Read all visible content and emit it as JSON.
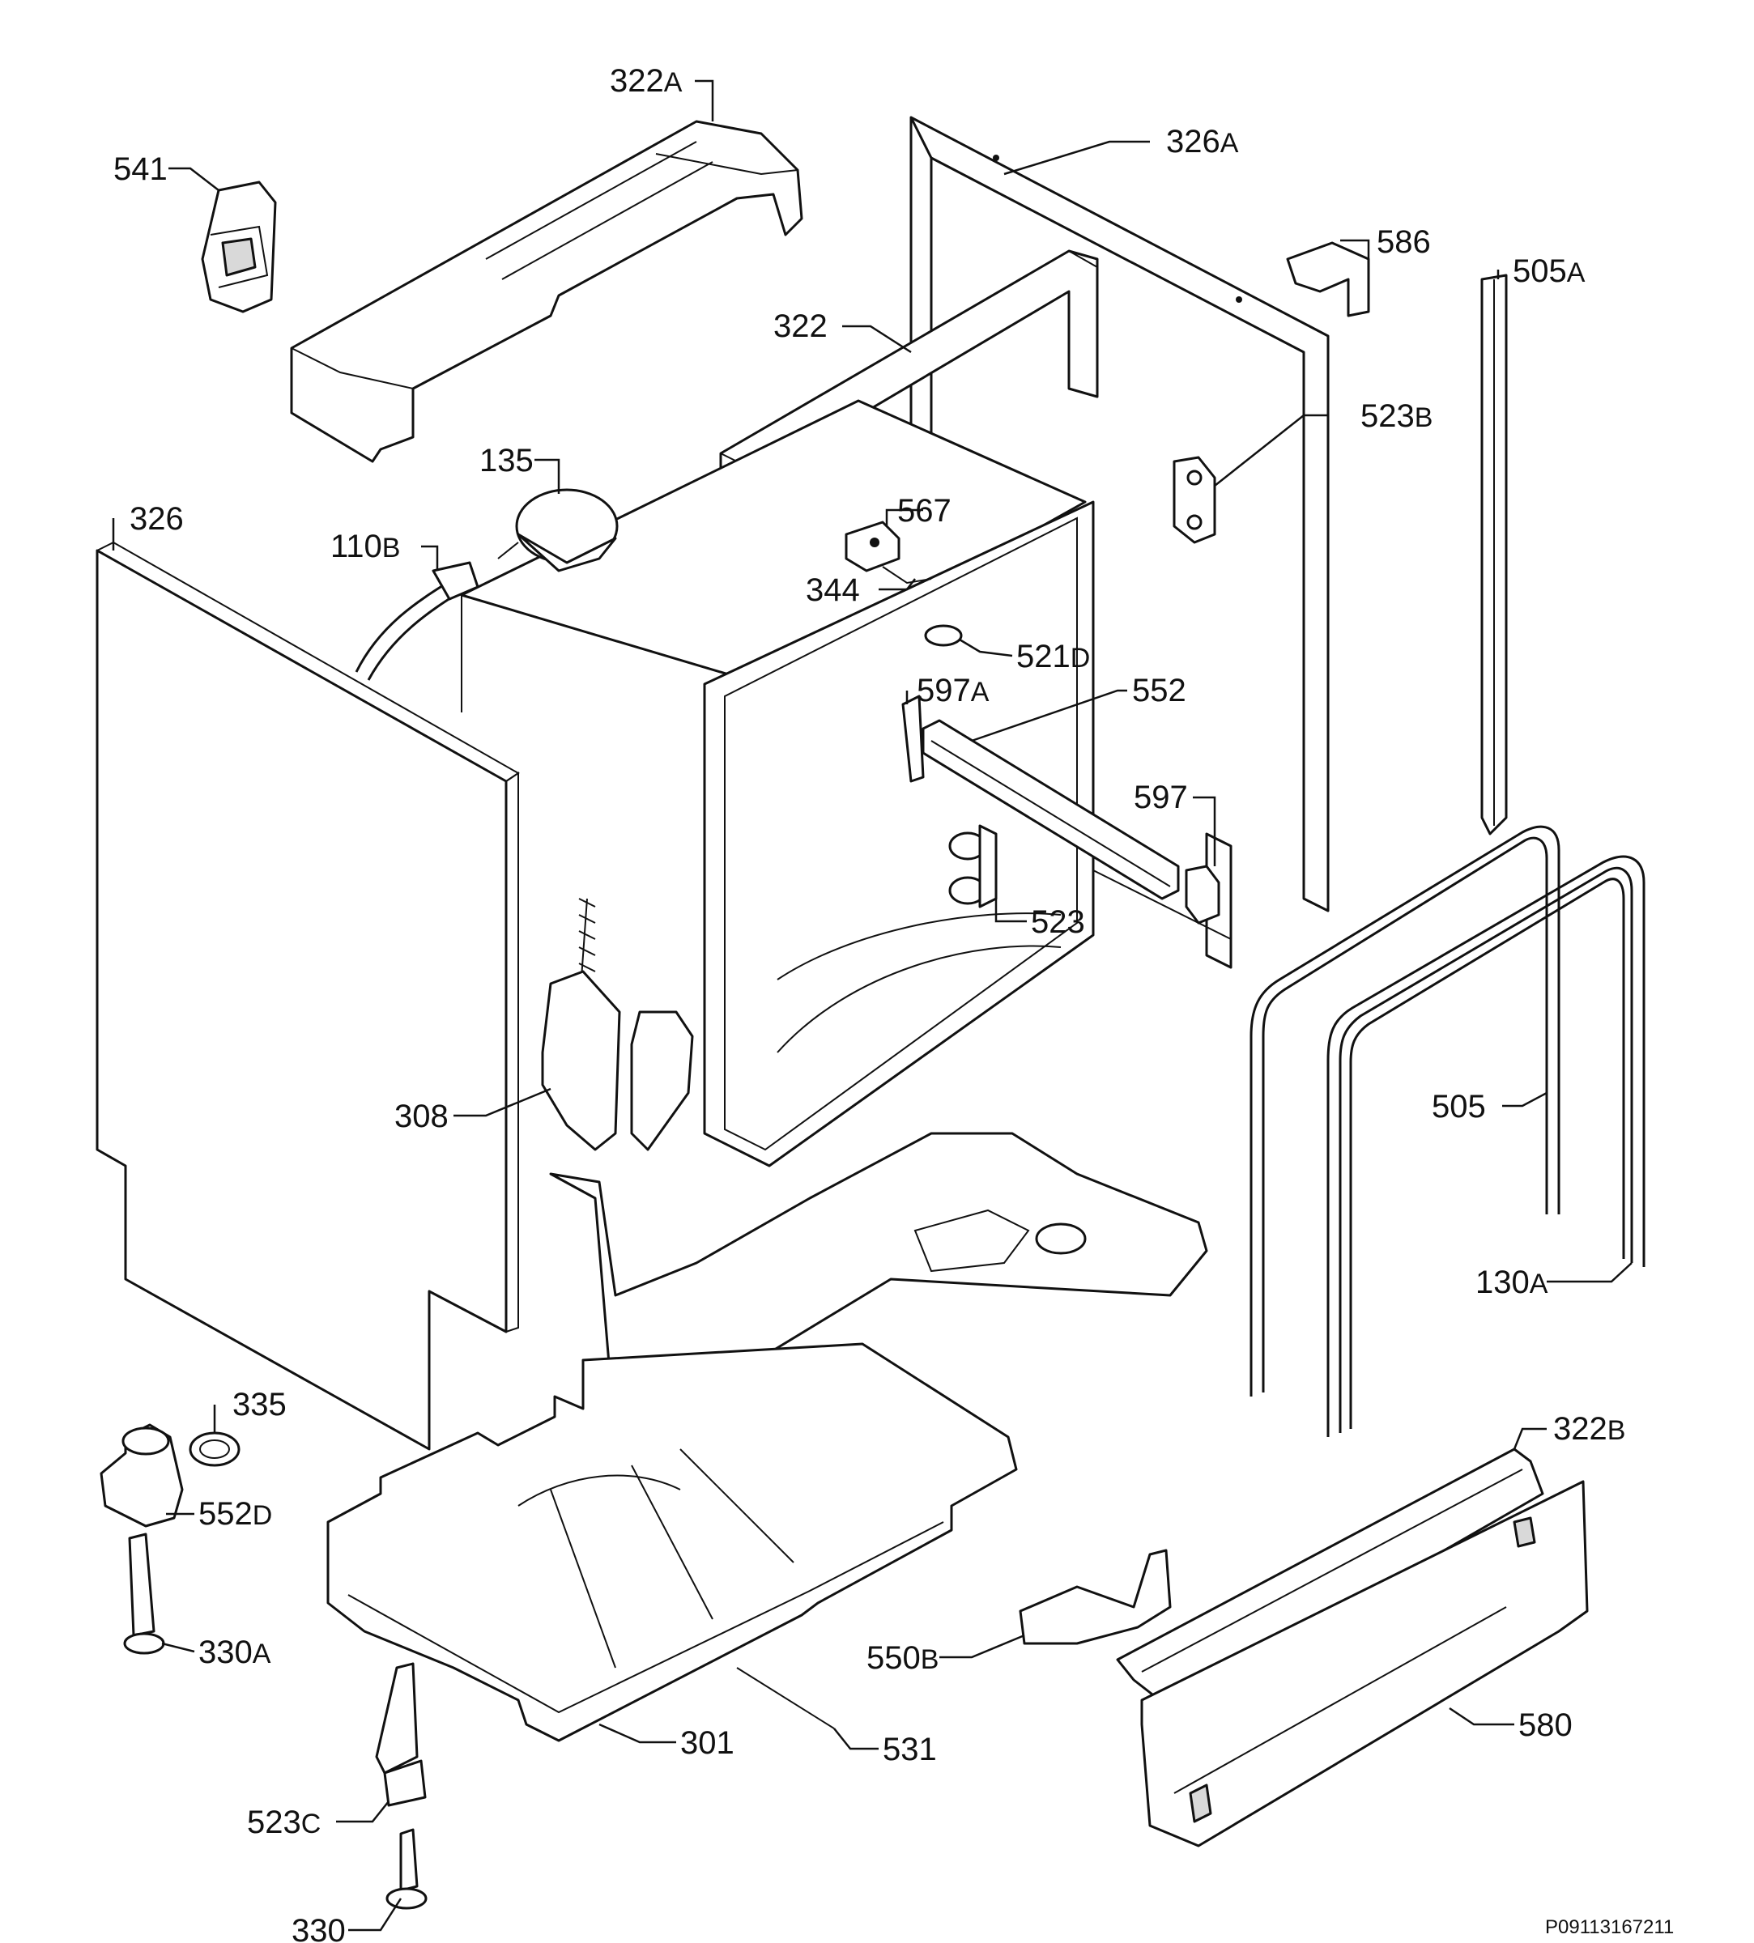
{
  "diagram": {
    "drawing_code": "P09113167211",
    "parts": [
      {
        "id": "322a",
        "number": "322",
        "suffix": "A"
      },
      {
        "id": "326a",
        "number": "326",
        "suffix": "A"
      },
      {
        "id": "541",
        "number": "541",
        "suffix": ""
      },
      {
        "id": "586",
        "number": "586",
        "suffix": ""
      },
      {
        "id": "505a",
        "number": "505",
        "suffix": "A"
      },
      {
        "id": "322",
        "number": "322",
        "suffix": ""
      },
      {
        "id": "523b",
        "number": "523",
        "suffix": "B"
      },
      {
        "id": "135",
        "number": "135",
        "suffix": ""
      },
      {
        "id": "567",
        "number": "567",
        "suffix": ""
      },
      {
        "id": "326",
        "number": "326",
        "suffix": ""
      },
      {
        "id": "110b",
        "number": "110",
        "suffix": "B"
      },
      {
        "id": "344",
        "number": "344",
        "suffix": ""
      },
      {
        "id": "521d",
        "number": "521",
        "suffix": "D"
      },
      {
        "id": "597a",
        "number": "597",
        "suffix": "A"
      },
      {
        "id": "552",
        "number": "552",
        "suffix": ""
      },
      {
        "id": "597",
        "number": "597",
        "suffix": ""
      },
      {
        "id": "523",
        "number": "523",
        "suffix": ""
      },
      {
        "id": "308",
        "number": "308",
        "suffix": ""
      },
      {
        "id": "505",
        "number": "505",
        "suffix": ""
      },
      {
        "id": "130a",
        "number": "130",
        "suffix": "A"
      },
      {
        "id": "335",
        "number": "335",
        "suffix": ""
      },
      {
        "id": "322b",
        "number": "322",
        "suffix": "B"
      },
      {
        "id": "552d",
        "number": "552",
        "suffix": "D"
      },
      {
        "id": "330a",
        "number": "330",
        "suffix": "A"
      },
      {
        "id": "550b",
        "number": "550",
        "suffix": "B"
      },
      {
        "id": "301",
        "number": "301",
        "suffix": ""
      },
      {
        "id": "531",
        "number": "531",
        "suffix": ""
      },
      {
        "id": "580",
        "number": "580",
        "suffix": ""
      },
      {
        "id": "523c",
        "number": "523",
        "suffix": "C"
      },
      {
        "id": "330",
        "number": "330",
        "suffix": ""
      }
    ]
  }
}
